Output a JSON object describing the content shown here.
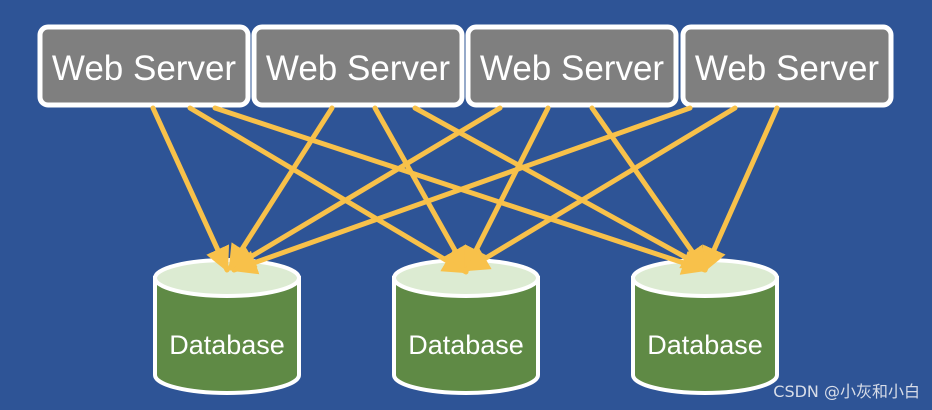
{
  "servers": [
    {
      "label": "Web Server"
    },
    {
      "label": "Web Server"
    },
    {
      "label": "Web Server"
    },
    {
      "label": "Web Server"
    }
  ],
  "databases": [
    {
      "label": "Database"
    },
    {
      "label": "Database"
    },
    {
      "label": "Database"
    }
  ],
  "connections": "each web server connects to every database",
  "colors": {
    "background": "#2e5496",
    "server_fill": "#7f7f7f",
    "server_border": "#ffffff",
    "database_body": "#5f8a45",
    "database_top": "#dcebd2",
    "arrow": "#f8c14a"
  },
  "watermark": "CSDN @小灰和小白"
}
